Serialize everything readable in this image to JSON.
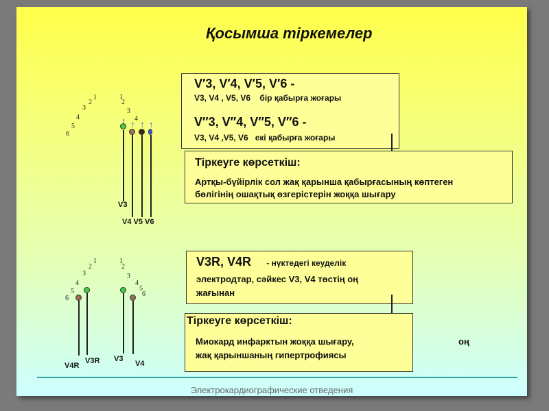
{
  "title": "Қосымша тіркемелер",
  "top_box": {
    "line1": "V′3, V′4, V′5, V′6 -",
    "line2_leads": "V3, V4 , V5, V6",
    "line2_text": "бір қабырға жоғары",
    "line3": "V″3, V″4, V″5, V″6 -",
    "line4_leads": "V3, V4 ,V5, V6",
    "line4_text": "екі қабырға жоғары"
  },
  "indication1": {
    "heading": "Тіркеуге көрсеткіш:",
    "text1": "Артқы-бүйірлік сол жақ қарынша қабырғасының көптеген",
    "text2": "бөлігінің ошақтық өзгерістерін жоққа шығару"
  },
  "right_box": {
    "leads": "V3R, V4R",
    "text1": "- нүктедегі кеуделік",
    "text2": "электродтар, сәйкес V3, V4 төстің оң",
    "text3": "жағынан"
  },
  "indication2": {
    "heading": "Тіркеуге көрсеткіш:",
    "text1": "Миокард инфарктын жоққа шығару,",
    "text1b": "оң",
    "text2": "жақ қарыншаның гипертрофиясы"
  },
  "diagram_top": {
    "labels": [
      "V3",
      "V4 V5 V6"
    ]
  },
  "diagram_bottom": {
    "labels": [
      "V4R",
      "V3R",
      "V3",
      "V4"
    ]
  },
  "rib_numbers": [
    "1",
    "2",
    "3",
    "4",
    "5",
    "6"
  ],
  "footer": "Электрокардиографические отведения",
  "colors": {
    "green_dot": "#44cc44",
    "brown_dot": "#9b7050",
    "dark_dot": "#3a2a1a",
    "arrow": "#3355ff"
  }
}
